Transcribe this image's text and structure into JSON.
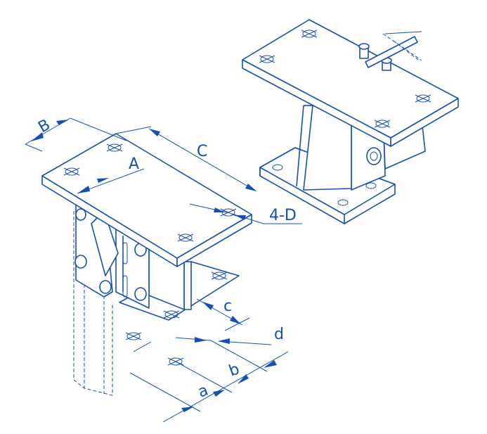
{
  "drawing": {
    "color": "#1550b0",
    "dimension_labels": {
      "B": "B",
      "A": "A",
      "C": "C",
      "D": "4-D",
      "c": "c",
      "d": "d",
      "b": "b",
      "a": "a"
    }
  }
}
